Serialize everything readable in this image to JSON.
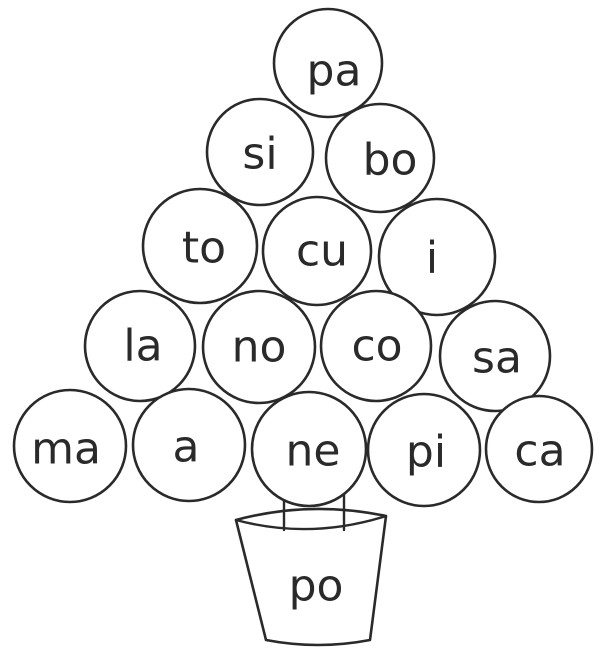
{
  "tree": {
    "rows": [
      [
        "pa"
      ],
      [
        "si",
        "bo"
      ],
      [
        "to",
        "cu",
        "i"
      ],
      [
        "la",
        "no",
        "co",
        "sa"
      ],
      [
        "ma",
        "a",
        "ne",
        "pi",
        "ca"
      ]
    ]
  },
  "pot": {
    "label": "po"
  }
}
